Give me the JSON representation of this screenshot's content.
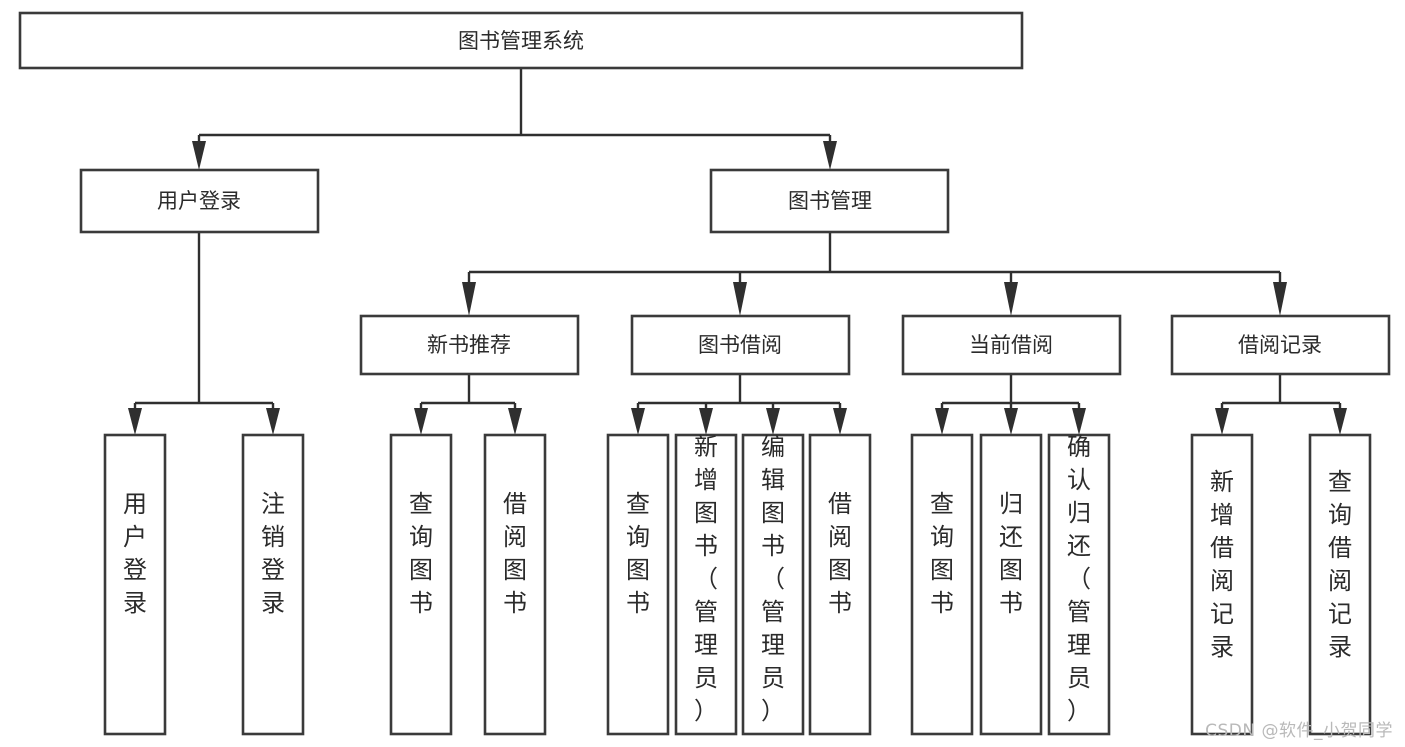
{
  "diagram": {
    "title": "图书管理系统",
    "type": "tree-hierarchy",
    "watermark": "CSDN @软件_小贺同学",
    "colors": {
      "box_stroke": "#3a3a3a",
      "line": "#2f2f2f",
      "background": "#ffffff",
      "text": "#2b2b2b",
      "watermark": "#b9b9b9"
    },
    "root": {
      "label": "图书管理系统"
    },
    "level2": [
      {
        "label": "用户登录"
      },
      {
        "label": "图书管理"
      }
    ],
    "level3": [
      {
        "label": "新书推荐"
      },
      {
        "label": "图书借阅"
      },
      {
        "label": "当前借阅"
      },
      {
        "label": "借阅记录"
      }
    ],
    "leaves": {
      "user_login": [
        {
          "label": "用户登录"
        },
        {
          "label": "注销登录"
        }
      ],
      "new_book_recommend": [
        {
          "label": "查询图书"
        },
        {
          "label": "借阅图书"
        }
      ],
      "book_borrow": [
        {
          "label": "查询图书"
        },
        {
          "label": "新增图书（管理员）"
        },
        {
          "label": "编辑图书（管理员）"
        },
        {
          "label": "借阅图书"
        }
      ],
      "current_borrow": [
        {
          "label": "查询图书"
        },
        {
          "label": "归还图书"
        },
        {
          "label": "确认归还（管理员）"
        }
      ],
      "borrow_record": [
        {
          "label": "新增借阅记录"
        },
        {
          "label": "查询借阅记录"
        }
      ]
    }
  }
}
